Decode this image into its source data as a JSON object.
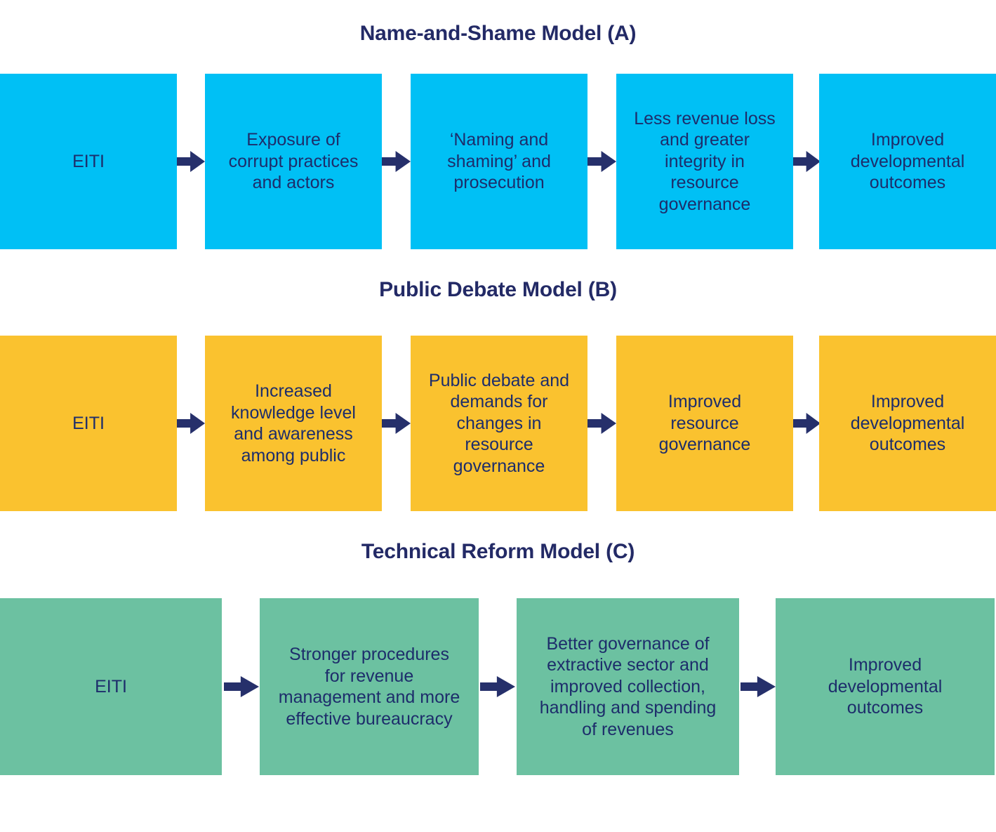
{
  "page": {
    "background": "#ffffff",
    "text_color": "#1d2d6b",
    "title_color": "#232a66",
    "arrow_color": "#26306b"
  },
  "models": [
    {
      "id": "a",
      "title": "Name-and-Shame Model (A)",
      "color": "#00c0f5",
      "steps": [
        {
          "label": "EITI"
        },
        {
          "label": "Exposure of\ncorrupt practices\nand actors"
        },
        {
          "label": "‘Naming and\nshaming’ and\nprosecution"
        },
        {
          "label": "Less revenue loss\nand greater\nintegrity in\nresource\ngovernance"
        },
        {
          "label": "Improved\ndevelopmental\noutcomes"
        }
      ]
    },
    {
      "id": "b",
      "title": "Public Debate Model (B)",
      "color": "#fac22f",
      "steps": [
        {
          "label": "EITI"
        },
        {
          "label": "Increased\nknowledge level\nand awareness\namong public"
        },
        {
          "label": "Public debate and\ndemands for\nchanges in\nresource\ngovernance"
        },
        {
          "label": "Improved\nresource\ngovernance"
        },
        {
          "label": "Improved\ndevelopmental\noutcomes"
        }
      ]
    },
    {
      "id": "c",
      "title": "Technical Reform Model (C)",
      "color": "#6cc1a1",
      "steps": [
        {
          "label": "EITI"
        },
        {
          "label": "Stronger procedures\nfor revenue\nmanagement and more\neffective bureaucracy"
        },
        {
          "label": "Better governance of\nextractive sector and\nimproved collection,\nhandling and spending\nof revenues"
        },
        {
          "label": "Improved\ndevelopmental\noutcomes"
        }
      ]
    }
  ]
}
